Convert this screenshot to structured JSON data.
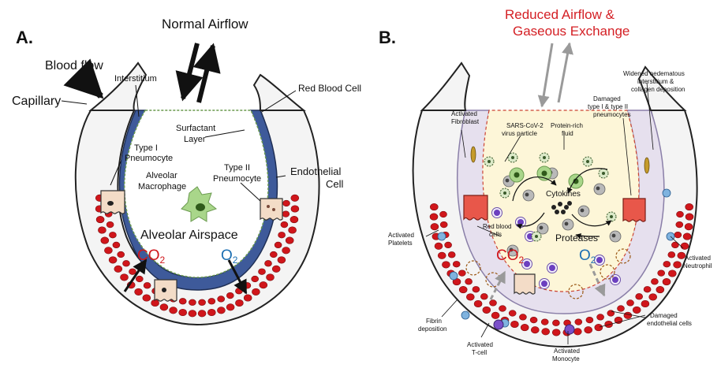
{
  "colors": {
    "capillary_red": "#d0161b",
    "interstitium_blue": "#3e5a9a",
    "alveolar_fill": "#fdf6d8",
    "co2_red": "#d0161b",
    "o2_blue": "#1b6fb3",
    "title_red": "#d41f24",
    "macrophage_green": "#a9d68a"
  },
  "panel_a": {
    "letter": "A.",
    "airflow": "Normal Airflow",
    "blood_flow": "Blood flow",
    "capillary": "Capillary",
    "interstitium": "Interstitium",
    "red_blood_cell": "Red Blood Cell",
    "surfactant": [
      "Surfactant",
      "Layer"
    ],
    "type1": [
      "Type I",
      "Pneumocyte"
    ],
    "macrophage": [
      "Alveolar",
      "Macrophage"
    ],
    "type2": [
      "Type II",
      "Pneumocyte"
    ],
    "endothelial": [
      "Endothelial",
      "Cell"
    ],
    "airspace": "Alveolar Airspace",
    "co2": "CO",
    "co2_sub": "2",
    "o2": "O",
    "o2_sub": "2"
  },
  "panel_b": {
    "letter": "B.",
    "title": [
      "Reduced Airflow &",
      "Gaseous Exchange"
    ],
    "activated_fibroblast": [
      "Activated",
      "Fibroblast"
    ],
    "sars": [
      "SARS-CoV-2",
      "virus particle"
    ],
    "protein_fluid": [
      "Protein-rich",
      "fluid"
    ],
    "damaged_pneumocytes": [
      "Damaged",
      "type I & type II",
      "pneumocytes"
    ],
    "widened": [
      "Widened oedematous",
      "interstitium &",
      "collagen deposition"
    ],
    "cytokines": "Cytokines",
    "red_blood_cells": [
      "Red blood",
      "cells"
    ],
    "proteases": "Proteases",
    "co2": "CO",
    "co2_sub": "2",
    "o2": "O",
    "o2_sub": "2",
    "activated_platelets": [
      "Activated",
      "Platelets"
    ],
    "activated_neutrophil": [
      "Activated",
      "Neutrophil"
    ],
    "fibrin": [
      "Fibrin",
      "deposition"
    ],
    "activated_tcell": [
      "Activated",
      "T-cell"
    ],
    "activated_monocyte": [
      "Activated",
      "Monocyte"
    ],
    "damaged_endothelial": [
      "Damaged",
      "endothelial  cells"
    ]
  }
}
